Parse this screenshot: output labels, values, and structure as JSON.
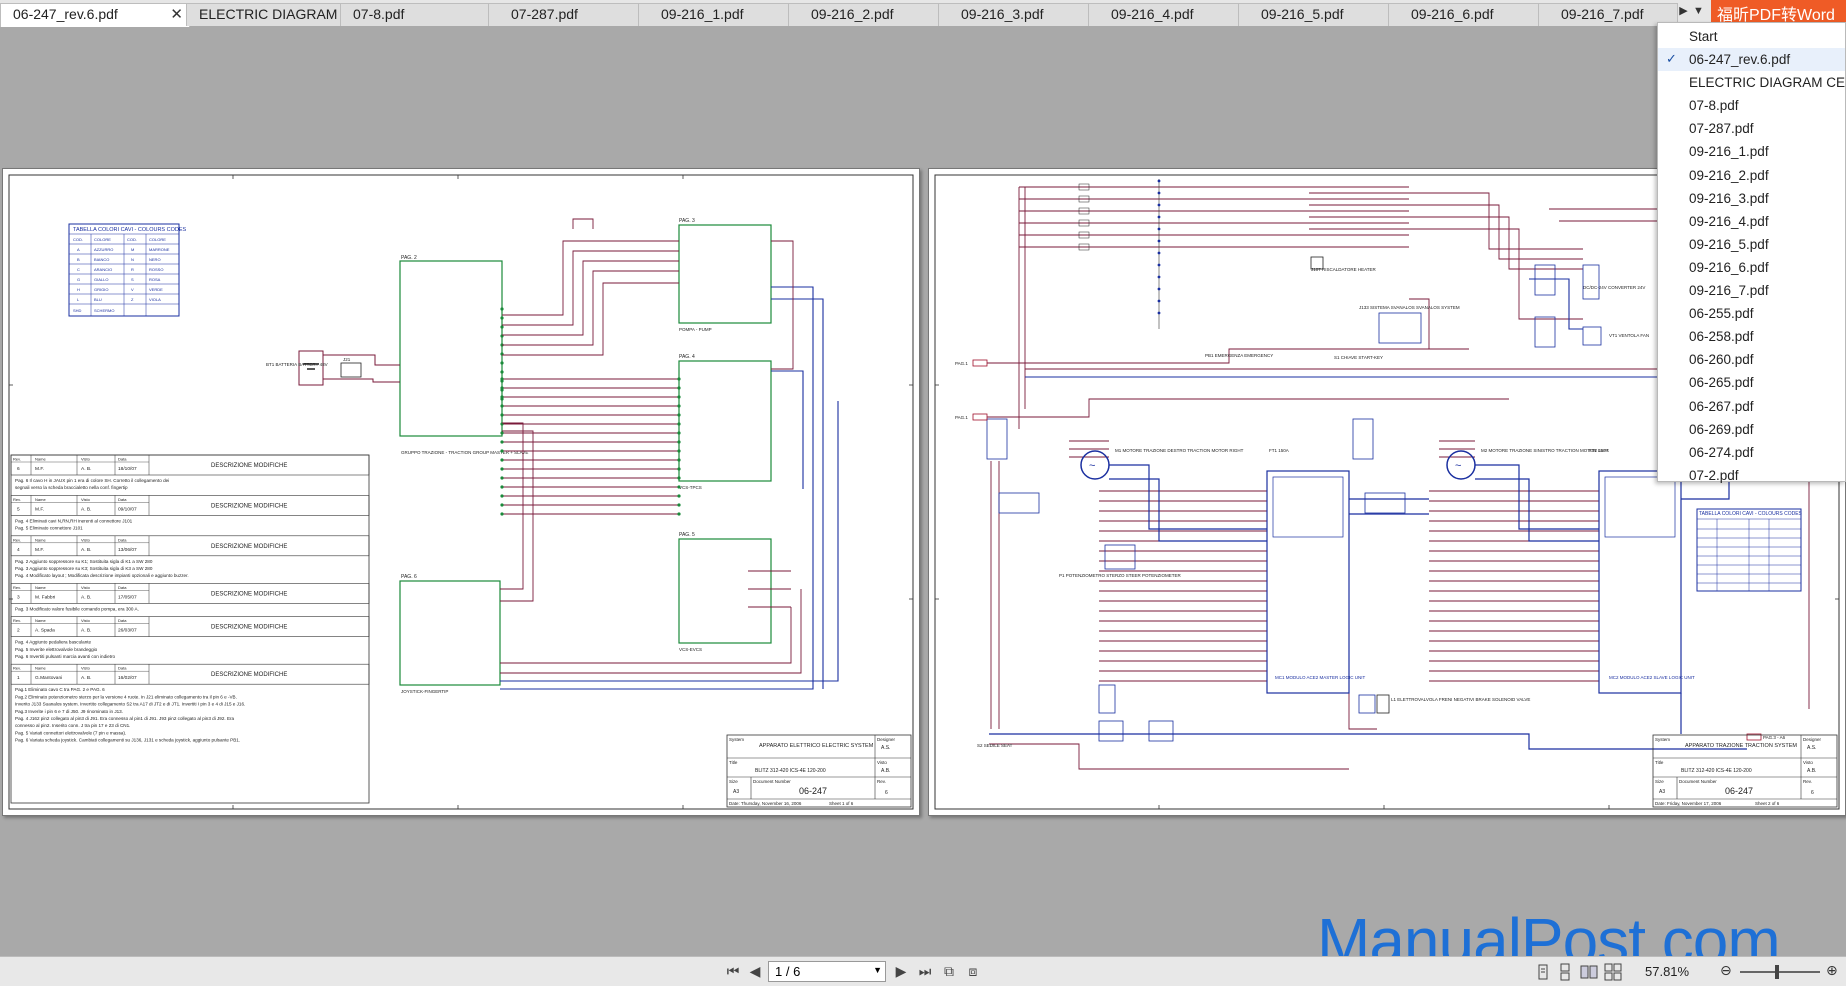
{
  "tabs": [
    {
      "label": "06-247_rev.6.pdf",
      "active": true
    },
    {
      "label": "ELECTRIC DIAGRAM C..."
    },
    {
      "label": "07-8.pdf"
    },
    {
      "label": "07-287.pdf"
    },
    {
      "label": "09-216_1.pdf"
    },
    {
      "label": "09-216_2.pdf"
    },
    {
      "label": "09-216_3.pdf"
    },
    {
      "label": "09-216_4.pdf"
    },
    {
      "label": "09-216_5.pdf"
    },
    {
      "label": "09-216_6.pdf"
    },
    {
      "label": "09-216_7.pdf"
    }
  ],
  "promo_text": "福昕PDF转Word",
  "menu": {
    "items": [
      "Start",
      "06-247_rev.6.pdf",
      "ELECTRIC DIAGRAM CE.pdf",
      "07-8.pdf",
      "07-287.pdf",
      "09-216_1.pdf",
      "09-216_2.pdf",
      "09-216_3.pdf",
      "09-216_4.pdf",
      "09-216_5.pdf",
      "09-216_6.pdf",
      "09-216_7.pdf",
      "06-255.pdf",
      "06-258.pdf",
      "06-260.pdf",
      "06-265.pdf",
      "06-267.pdf",
      "06-269.pdf",
      "06-274.pdf",
      "07-2.pdf"
    ],
    "checked_index": 1
  },
  "left_page": {
    "colour_table_title": "TABELLA COLORI CAVI - COLOURS CODES",
    "blocks": {
      "pump": "PAG. 3",
      "pump_label": "POMPA - PUMP",
      "traction": "PAG. 2",
      "traction_label": "GRUPPO TRAZIONE - TRACTION GROUP MASTER + SLAVE",
      "pag4": "PAG. 4",
      "pag4_label": "VCS-TPCS",
      "pag5": "PAG. 5",
      "pag5_label": "VCS-EVCS",
      "pag6": "PAG. 6",
      "pag6_label": "JOYSTICK-FINGERTIP",
      "battery": "BT1 BATTERIA BATTERY 48V",
      "fuse": "J21"
    },
    "rev_header": "DESCRIZIONE MODIFICHE",
    "revisions": [
      {
        "rev": "6",
        "name": "M.F.",
        "visto": "A. B.",
        "date": "18/10/07",
        "lines": [
          "Pag. 6 Il cavo H in JAUX pin 1 era di colore SH. Corretto il collegamento dei",
          "segnali verso la scheda braccialetto nella conf. fingertip"
        ]
      },
      {
        "rev": "5",
        "name": "M.F.",
        "visto": "A. B.",
        "date": "09/10/07",
        "lines": [
          "Pag. 4 Eliminati cavi N,RN,RH inerenti al connettore J101",
          "Pag. 5 Eliminato connettore J101"
        ]
      },
      {
        "rev": "4",
        "name": "M.F.",
        "visto": "A. B.",
        "date": "13/06/07",
        "lines": [
          "Pag. 2 Aggiunto soppressore su K1; Sostituita sigla di K1 a SW 280",
          "Pag. 3 Aggiunto soppressore su K3; Sostituita sigla di K3 a SW 280",
          "Pag. 4 Modificato layout ; Modificata descrizione impianti opzionali e aggiunto buzzer."
        ]
      },
      {
        "rev": "3",
        "name": "M. Fabbri",
        "visto": "A. B.",
        "date": "17/05/07",
        "lines": [
          "Pag. 3 Modificato valore fusibile comando pompa, era 300 A."
        ]
      },
      {
        "rev": "2",
        "name": "A. Spada",
        "visto": "A. B.",
        "date": "26/03/07",
        "lines": [
          "Pag. 4 Aggiunto pedaliera basculante",
          "Pag. 5 Inverite elettrovalvole brandeggio",
          "Pag. 6 Invertiti pulsanti marcia avanti con indietro"
        ]
      },
      {
        "rev": "1",
        "name": "G.Mantovani",
        "visto": "A. B.",
        "date": "16/02/07",
        "lines": [
          "Pag.1 Eliminato cavo C tra PAG. 2 e PAG. 6",
          "Pag.2 Eliminato potenziometro sterzo per la versione 4 ruote. In J21 eliminato collegamento tra il pin 6 e -VB.",
          "Inverito J133 Suanalos system. Invertito collegamento S2 tra A17 di JT2 e di JT1. Invertiti I pin 3 e 4 di J15 e J16.",
          "Pag.3 Inverite i pin 6 e 7 di J50. J9 rinominato in J13.",
          "Pag. 4 J162 pin2 collegato al pin3 di J91. Era connesso al pin1 di J91. J93 pin2 collegato al pin3 di J92. Era",
          "connesso al pin2. Inserito conn. J tra pin 17 e 23 di CN1.",
          "Pag. 5 Variati connettori elettrovalvole (7 pin e massa).",
          "Pag. 6 Variata scheda joystick. Cambiati collegamenti su J136, J131 e scheda joystick, aggiunto pulsante PB1."
        ]
      }
    ],
    "title_block": {
      "system_label": "System",
      "system": "APPARATO ELETTRICO ELECTRIC SYSTEM",
      "designer_label": "Designer",
      "designer": "A.S.",
      "title_label": "Title",
      "title": "BLITZ 312-420 ICS-4E 120-200",
      "visto_label": "Visto",
      "visto": "A.B.",
      "size_label": "Size",
      "size": "A3",
      "docnum_label": "Document Number",
      "docnum": "06-247",
      "rev_label": "Rev.",
      "rev": "6",
      "date": "Date:  Thursday, November 16, 2006",
      "sheet": "Sheet    1    of    6"
    }
  },
  "right_page": {
    "labels": {
      "pag1a": "PAG.1",
      "pag1b": "PAG.1",
      "motor_right": "M1 MOTORE TRAZIONE DESTRO TRACTION MOTOR RIGHT",
      "motor_left": "M2 MOTORE TRAZIONE SINISTRO TRACTION MOTOR LEFT",
      "master_unit": "MC1 MODULO ACE2 MASTER LOGIC UNIT",
      "slave_unit": "MC2 MODULO ACE2 SLAVE LOGIC UNIT",
      "fuse1": "FT1 150A",
      "fuse2": "FT2 150A",
      "heater": "J107 RISCALDATORE HEATER",
      "converter": "DC/DC-24V CONVERTER 24V",
      "fan": "VT1 VENTOLA FAN",
      "emergency": "PB1 EMERGENZA EMERGENCY",
      "key": "S1 CHIAVE START-KEY",
      "steer_pot": "P1 POTENZIOMETRO STERZO STEER POTENZIOMETER",
      "brake": "L1 ELETTROVALVOLA FRENI NEGATIVI BRAKE SOLENOID VALVE",
      "seat": "S2 SEDILE SEAT",
      "pag3": "PAG.3 - A6",
      "suanalos": "J133 SISTEMA SVANALOS SVANALOS SYSTEM",
      "colour_table_title": "TABELLA COLORI CAVI - COLOURS CODES"
    },
    "title_block": {
      "system_label": "System",
      "system": "APPARATO TRAZIONE TRACTION SYSTEM",
      "designer_label": "Designer",
      "designer": "A.S.",
      "title_label": "Title",
      "title": "BLITZ 312-420 ICS-4E 120-200",
      "visto_label": "Visto",
      "visto": "A.B.",
      "size_label": "Size",
      "size": "A3",
      "docnum_label": "Document Number",
      "docnum": "06-247",
      "rev_label": "Rev.",
      "rev": "6",
      "date": "Date:  Friday, November 17, 2006",
      "sheet": "Sheet    2    of    6"
    }
  },
  "watermark": "ManualPost.com",
  "statusbar": {
    "page_indicator": "1 / 6",
    "zoom": "57.81%"
  }
}
